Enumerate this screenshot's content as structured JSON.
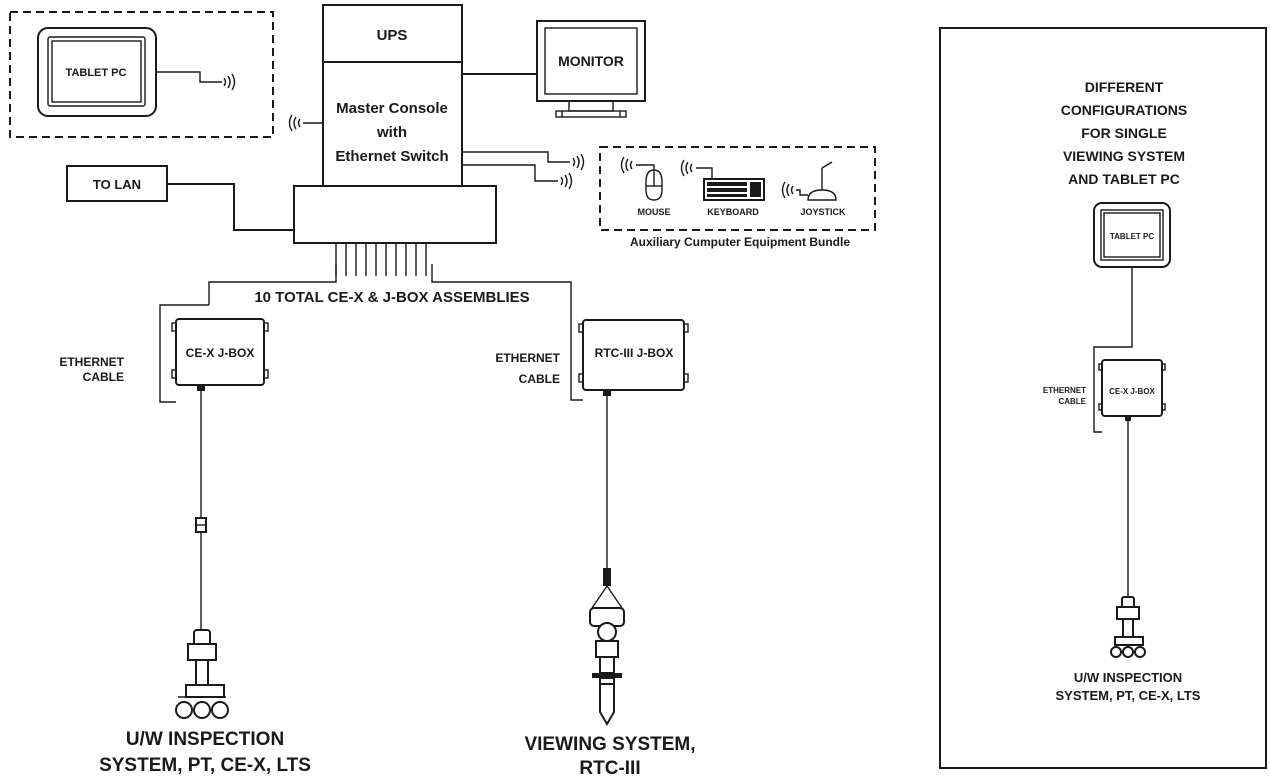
{
  "console": {
    "ups": "UPS",
    "master_line1": "Master Console",
    "master_line2": "with",
    "master_line3": "Ethernet Switch",
    "monitor": "MONITOR",
    "to_lan": "TO LAN",
    "tablet": "TABLET PC"
  },
  "aux": {
    "mouse": "MOUSE",
    "keyboard": "KEYBOARD",
    "joystick": "JOYSTICK",
    "caption": "Auxiliary Cumputer Equipment Bundle"
  },
  "assemblies_label": "10 TOTAL CE-X & J-BOX ASSEMBLIES",
  "left_branch": {
    "cable_line1": "ETHERNET",
    "cable_line2": "CABLE",
    "jbox": "CE-X J-BOX",
    "system_line1": "U/W INSPECTION",
    "system_line2": "SYSTEM, PT, CE-X, LTS"
  },
  "middle_branch": {
    "cable_line1": "ETHERNET",
    "cable_line2": "CABLE",
    "jbox": "RTC-III J-BOX",
    "system_line1": "VIEWING SYSTEM,",
    "system_line2": "RTC-III"
  },
  "right_panel": {
    "title_lines": [
      "DIFFERENT",
      "CONFIGURATIONS",
      "FOR SINGLE",
      "VIEWING SYSTEM",
      "AND TABLET PC"
    ],
    "tablet": "TABLET PC",
    "cable_line1": "ETHERNET",
    "cable_line2": "CABLE",
    "jbox": "CE-X J-BOX",
    "system_line1": "U/W INSPECTION",
    "system_line2": "SYSTEM, PT, CE-X, LTS"
  }
}
